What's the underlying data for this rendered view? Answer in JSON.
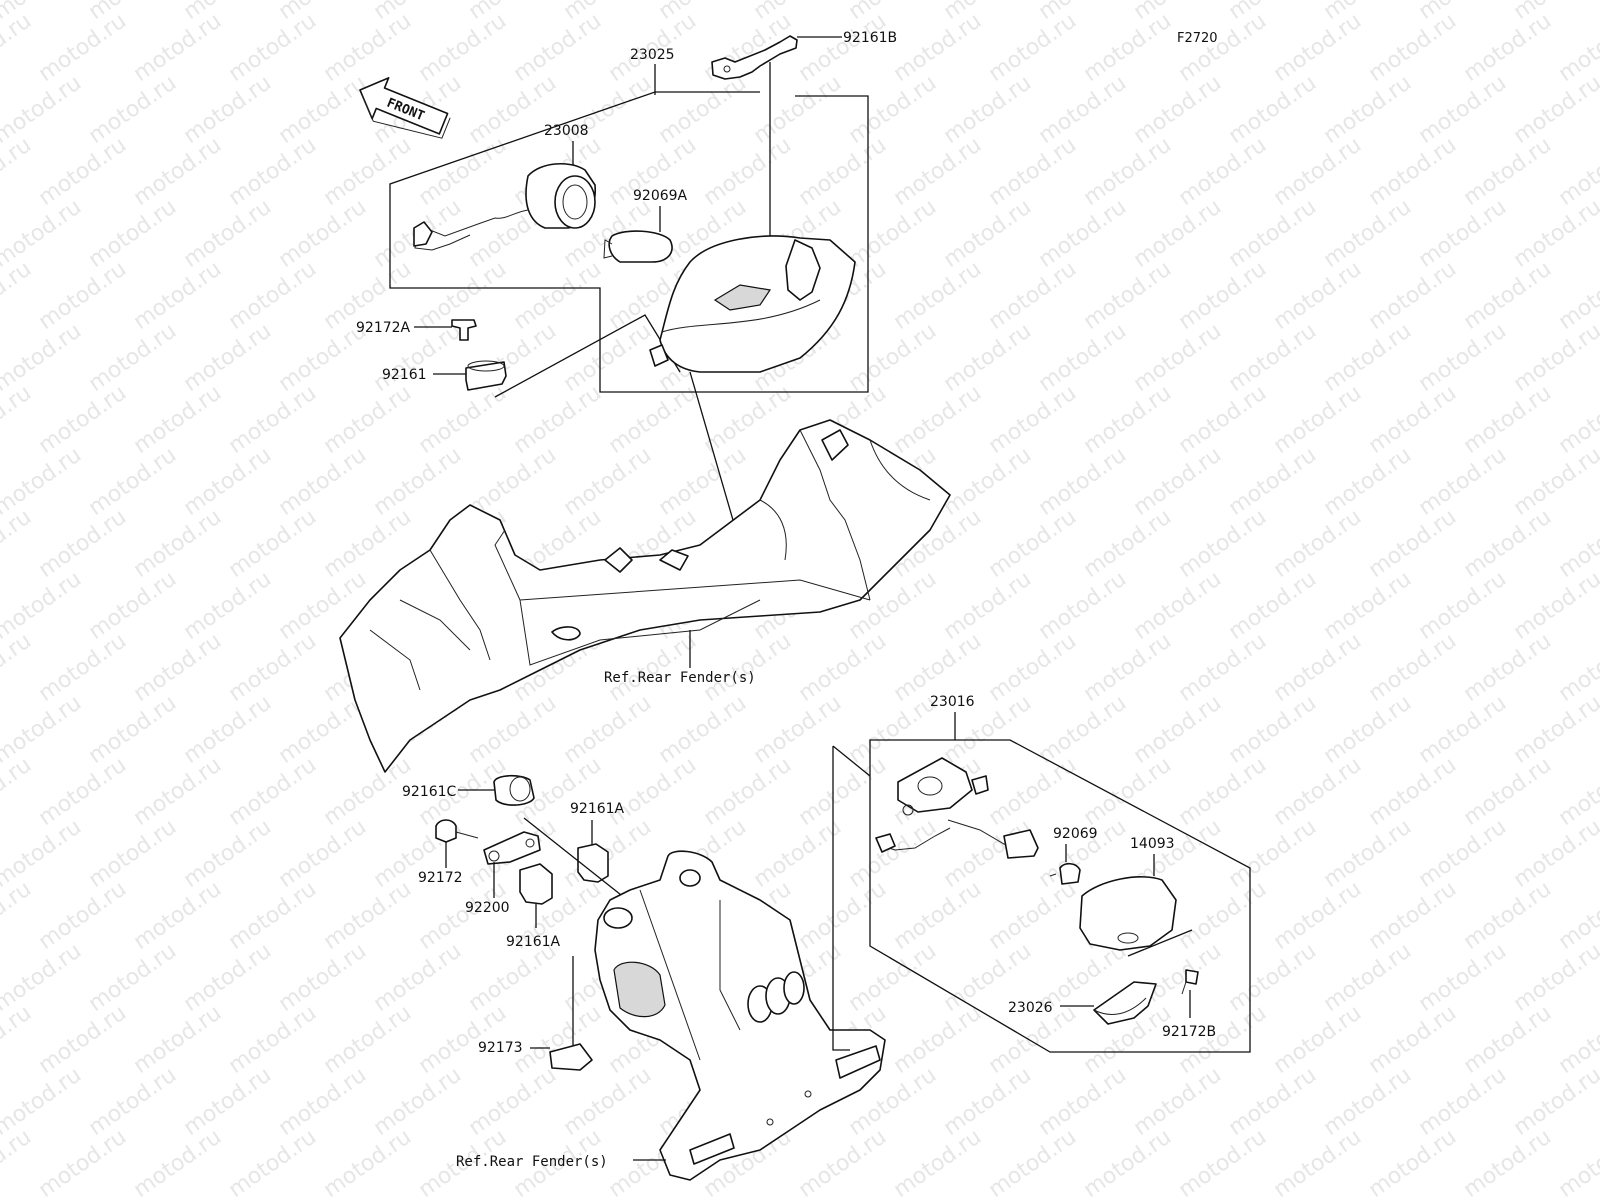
{
  "figure_code": "F2720",
  "watermark": "motod.ru",
  "front_indicator": "FRONT",
  "parts": {
    "p23025": "23025",
    "p92161B": "92161B",
    "p23008": "23008",
    "p92069A": "92069A",
    "p92172A": "92172A",
    "p92161": "92161",
    "p23016": "23016",
    "p92161C": "92161C",
    "p92161A_top": "92161A",
    "p92172": "92172",
    "p92200": "92200",
    "p92161A_bottom": "92161A",
    "p92069": "92069",
    "p14093": "14093",
    "p23026": "23026",
    "p92172B": "92172B",
    "p92173": "92173"
  },
  "references": {
    "rear_fender_upper": "Ref.Rear Fender(s)",
    "rear_fender_lower": "Ref.Rear Fender(s)"
  }
}
